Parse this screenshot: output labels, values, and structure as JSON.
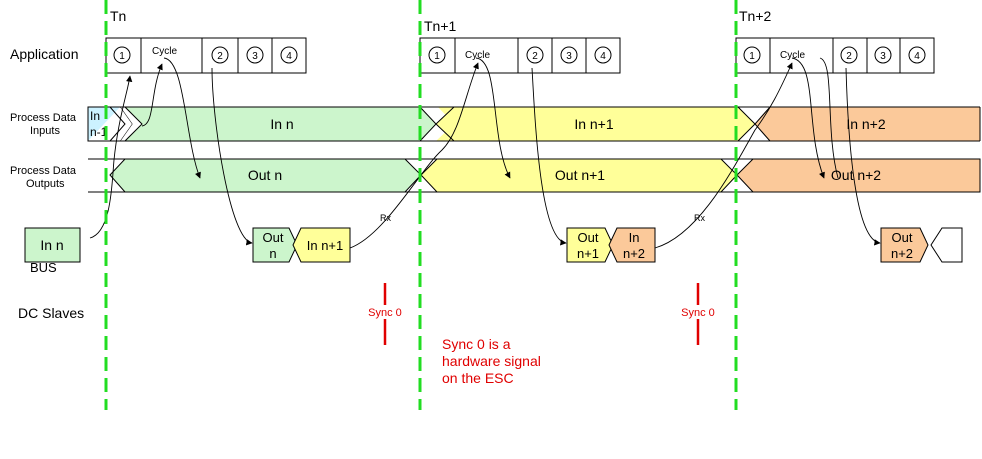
{
  "colors": {
    "green_dash": "#22dd22",
    "green_fill": "#ccf5cc",
    "yellow_fill": "#ffff99",
    "orange_fill": "#fbc99a",
    "cyan_fill": "#ccf2ff",
    "sync_red": "#e00000",
    "stroke": "#000000"
  },
  "row_labels": {
    "application": "Application",
    "pd_inputs_1": "Process Data",
    "pd_inputs_2": "Inputs",
    "pd_outputs_1": "Process Data",
    "pd_outputs_2": "Outputs",
    "bus": "BUS",
    "dc_slaves": "DC Slaves"
  },
  "time_markers": [
    "Tn",
    "Tn+1",
    "Tn+2"
  ],
  "cycles": [
    {
      "steps": [
        "1",
        "Cycle",
        "2",
        "3",
        "4"
      ]
    },
    {
      "steps": [
        "1",
        "Cycle",
        "2",
        "3",
        "4"
      ]
    },
    {
      "steps": [
        "1",
        "Cycle",
        "2",
        "3",
        "4"
      ]
    }
  ],
  "inputs": {
    "prev_1": "In",
    "prev_2": "n-1",
    "seg": [
      "In n",
      "In n+1",
      "In n+2"
    ]
  },
  "outputs": {
    "seg": [
      "Out n",
      "Out n+1",
      "Out n+2"
    ]
  },
  "bus": {
    "in_n": "In n",
    "frames": [
      {
        "out_1": "Out",
        "out_2": "n",
        "in": "In n+1"
      },
      {
        "out_1": "Out",
        "out_2": "n+1",
        "in_1": "In",
        "in_2": "n+2"
      },
      {
        "out_1": "Out",
        "out_2": "n+2"
      }
    ],
    "rx": [
      "Rx",
      "Rx"
    ]
  },
  "sync": {
    "labels": [
      "Sync 0",
      "Sync 0"
    ],
    "note": [
      "Sync 0 is a",
      "hardware signal",
      "on the ESC"
    ]
  }
}
